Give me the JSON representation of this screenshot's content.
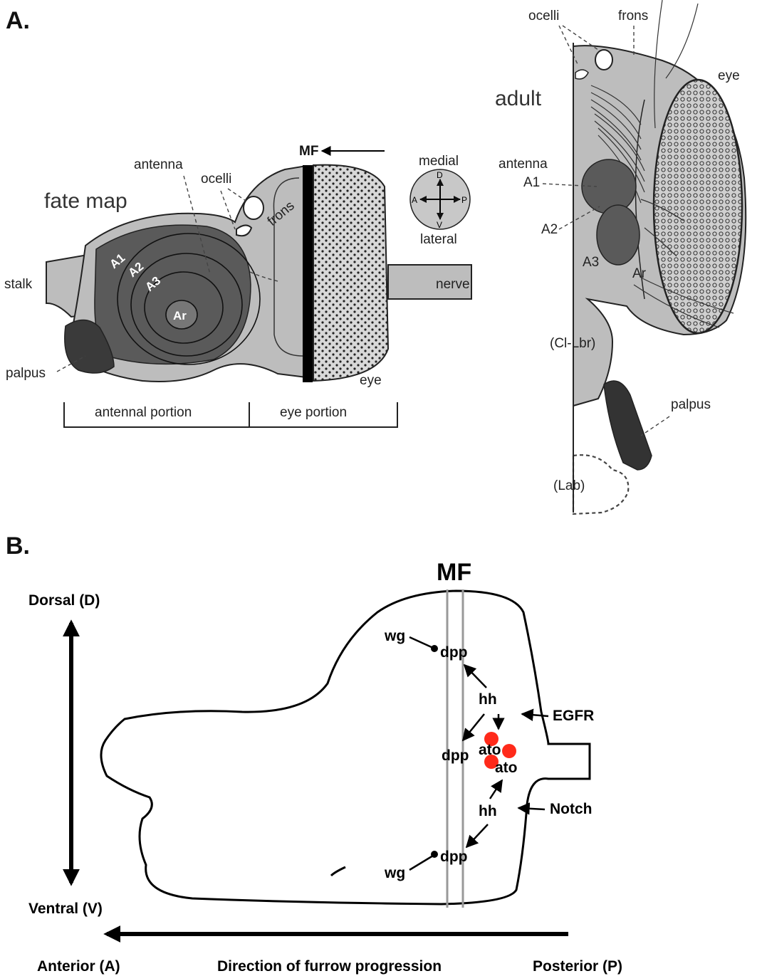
{
  "panel_a": {
    "label": "A.",
    "fate_map": {
      "title": "fate map",
      "labels": {
        "antenna": "antenna",
        "ocelli": "ocelli",
        "frons": "frons",
        "mf": "MF",
        "stalk": "stalk",
        "nerve": "nerve",
        "palpus": "palpus",
        "eye": "eye",
        "a1": "A1",
        "a2": "A2",
        "a3": "A3",
        "ar": "Ar",
        "antennal_portion": "antennal portion",
        "eye_portion": "eye portion"
      },
      "compass": {
        "top": "medial",
        "bottom": "lateral",
        "d": "D",
        "v": "V",
        "a": "A",
        "p": "P"
      }
    },
    "adult": {
      "title": "adult",
      "labels": {
        "ocelli": "ocelli",
        "frons": "frons",
        "eye": "eye",
        "antenna": "antenna",
        "a1": "A1",
        "a2": "A2",
        "a3": "A3",
        "ar": "Ar",
        "cl_lbr": "(Cl-Lbr)",
        "palpus": "palpus",
        "lab": "(Lab)"
      }
    }
  },
  "panel_b": {
    "label": "B.",
    "mf": "MF",
    "dorsal": "Dorsal (D)",
    "ventral": "Ventral (V)",
    "anterior": "Anterior (A)",
    "posterior": "Posterior (P)",
    "direction": "Direction of furrow progression",
    "genes": {
      "wg_top": "wg",
      "dpp_top": "dpp",
      "hh_top": "hh",
      "dpp_mid": "dpp",
      "ato_1": "ato",
      "ato_2": "ato",
      "hh_bottom": "hh",
      "dpp_bottom": "dpp",
      "wg_bottom": "wg",
      "egfr": "EGFR",
      "notch": "Notch"
    },
    "colors": {
      "ato_dot": "#ff2a1a",
      "mf_lines": "#999999"
    }
  }
}
